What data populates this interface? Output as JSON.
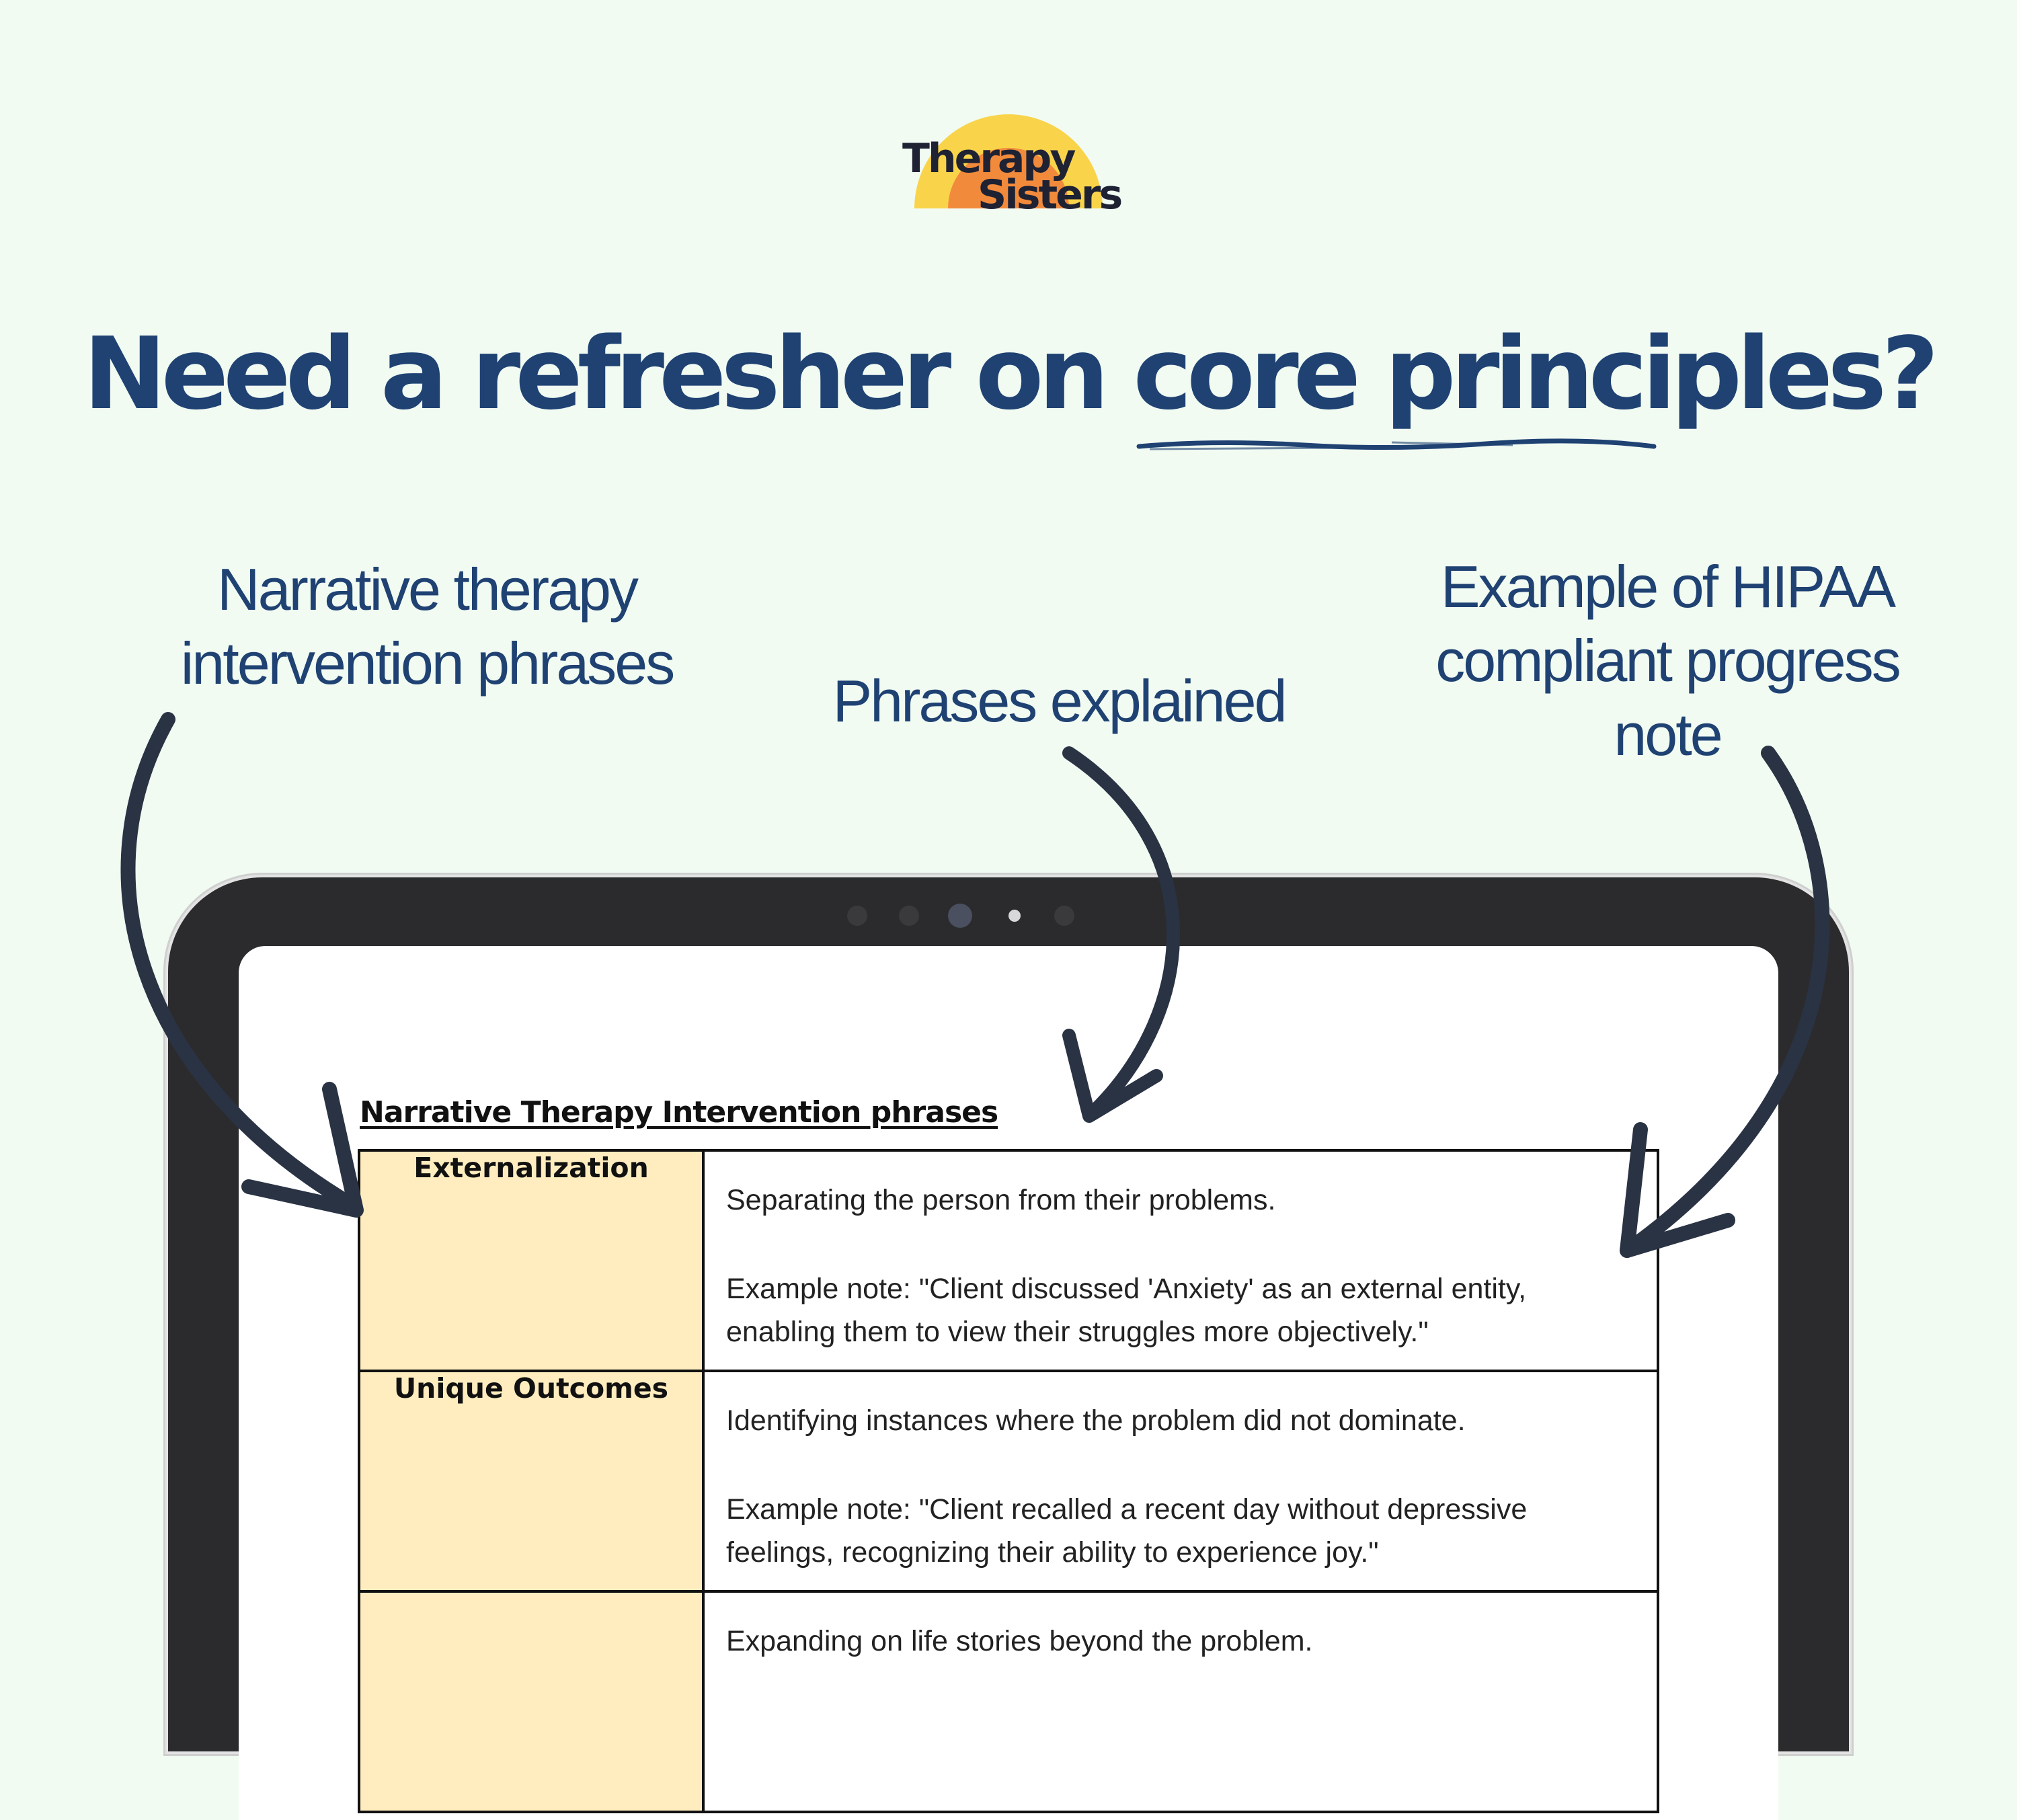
{
  "logo": {
    "line1": "Therapy",
    "line2": "Sisters",
    "colors": {
      "sun_outer": "#f9d44a",
      "sun_inner": "#f28a3c"
    }
  },
  "headline": "Need a refresher on core principles?",
  "callouts": {
    "left": [
      "Narrative therapy",
      "intervention phrases"
    ],
    "middle": [
      "Phrases explained"
    ],
    "right": [
      "Example of HIPAA",
      "compliant progress",
      "note"
    ]
  },
  "document": {
    "title": "Narrative Therapy Intervention phrases",
    "rows": [
      {
        "term": "Externalization",
        "definition": "Separating the person from their problems.",
        "example": "Example note: \"Client discussed 'Anxiety' as an external entity, enabling them to view their struggles more objectively.\""
      },
      {
        "term": "Unique Outcomes",
        "definition": "Identifying instances where the problem did not dominate.",
        "example": "Example note: \"Client recalled a recent day without depressive feelings, recognizing their ability to experience joy.\""
      },
      {
        "term": "",
        "definition": "Expanding on life stories beyond the problem.",
        "example": ""
      }
    ]
  },
  "colors": {
    "background": "#f1fbf2",
    "headline": "#1f4273",
    "arrow": "#2a3344",
    "term_cell": "#ffedbf"
  }
}
